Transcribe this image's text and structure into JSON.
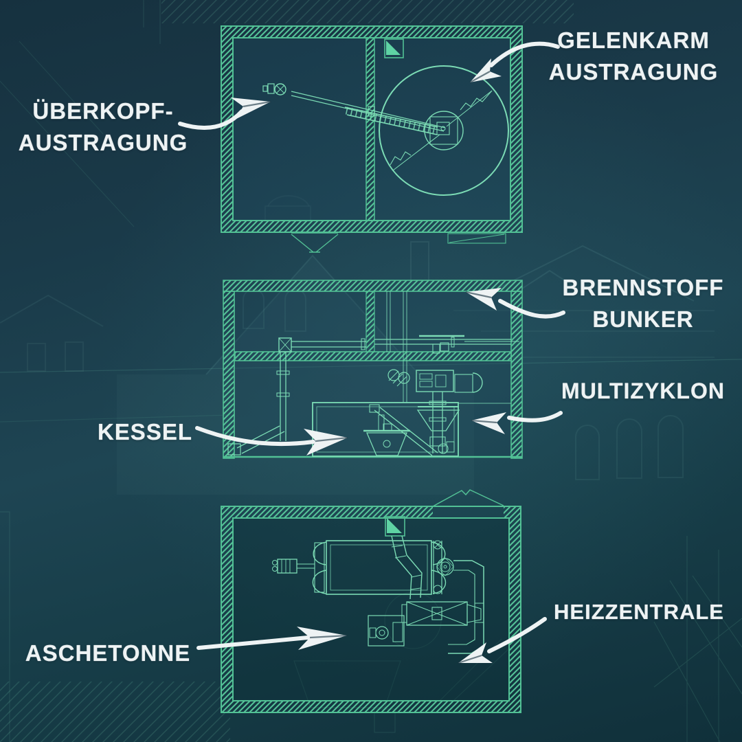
{
  "labels": {
    "ueberkopf": {
      "line1": "ÜBERKOPF-",
      "line2": "AUSTRAGUNG"
    },
    "gelenkarm": {
      "line1": "GELENKARM",
      "line2": "AUSTRAGUNG"
    },
    "brennstoff": {
      "line1": "BRENNSTOFF",
      "line2": "BUNKER"
    },
    "multizyklon": {
      "label": "MULTIZYKLON"
    },
    "kessel": {
      "label": "KESSEL"
    },
    "aschetonne": {
      "label": "ASCHETONNE"
    },
    "heizzentrale": {
      "label": "HEIZZENTRALE"
    }
  },
  "colors": {
    "background_top": "#16313f",
    "background_mid": "#1e4553",
    "background_bottom": "#10303a",
    "blueprint_wall": "#52c195",
    "blueprint_machinery": "#7cdcb5",
    "blueprint_fill": "#5fd3a4",
    "label_text": "#eef3f4",
    "arrow_white": "#eef3f4"
  }
}
